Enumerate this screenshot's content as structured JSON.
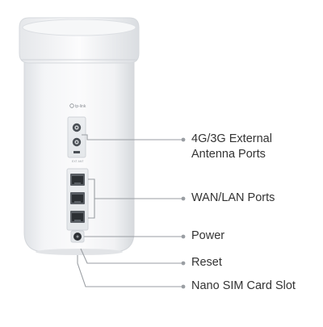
{
  "device": {
    "brand_text": "tp-link",
    "port_caption": "EXT ANT",
    "body_color": "#f7f8f9",
    "shade_color": "#e3e6ea",
    "port_color": "#2e3236"
  },
  "callouts": [
    {
      "id": "antenna",
      "lines": [
        "4G/3G External",
        "Antenna Ports"
      ]
    },
    {
      "id": "wan-lan",
      "lines": [
        "WAN/LAN Ports"
      ]
    },
    {
      "id": "power",
      "lines": [
        "Power"
      ]
    },
    {
      "id": "reset",
      "lines": [
        "Reset"
      ]
    },
    {
      "id": "sim",
      "lines": [
        "Nano SIM Card Slot"
      ]
    }
  ],
  "colors": {
    "leader_line": "#9a9ea3",
    "label_text": "#333333"
  }
}
